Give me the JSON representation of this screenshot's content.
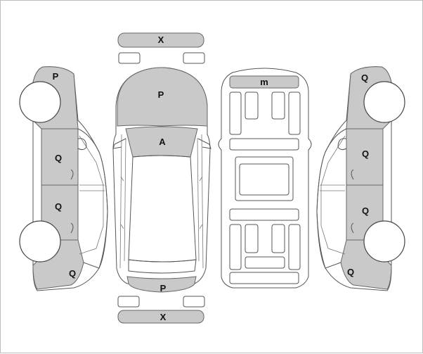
{
  "colors": {
    "damage_fill": "#c9c9c9",
    "outline": "#555555",
    "background": "#ffffff"
  },
  "labels": {
    "front_bumper_bar": "X",
    "rear_bumper_bar": "X",
    "hood": "P",
    "windshield": "A",
    "rear_panel": "P",
    "roof_molding": "m",
    "left_front_fender": "P",
    "left_front_door": "Q",
    "left_rear_door": "Q",
    "left_rear_quarter": "Q",
    "right_front_fender": "Q",
    "right_front_door": "Q",
    "right_rear_door": "Q",
    "right_rear_quarter": "Q"
  }
}
